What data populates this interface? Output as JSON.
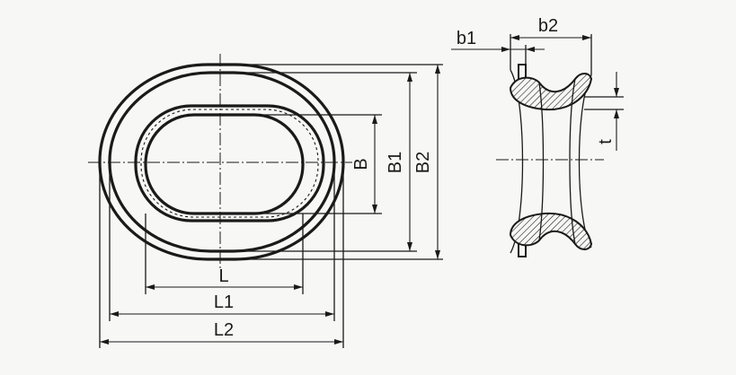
{
  "labels": {
    "L": "L",
    "L1": "L1",
    "L2": "L2",
    "B": "B",
    "B1": "B1",
    "B2": "B2",
    "b1": "b1",
    "b2": "b2",
    "t": "t"
  },
  "colors": {
    "ink": "#1a1a1a",
    "paper": "#f7f7f5"
  }
}
